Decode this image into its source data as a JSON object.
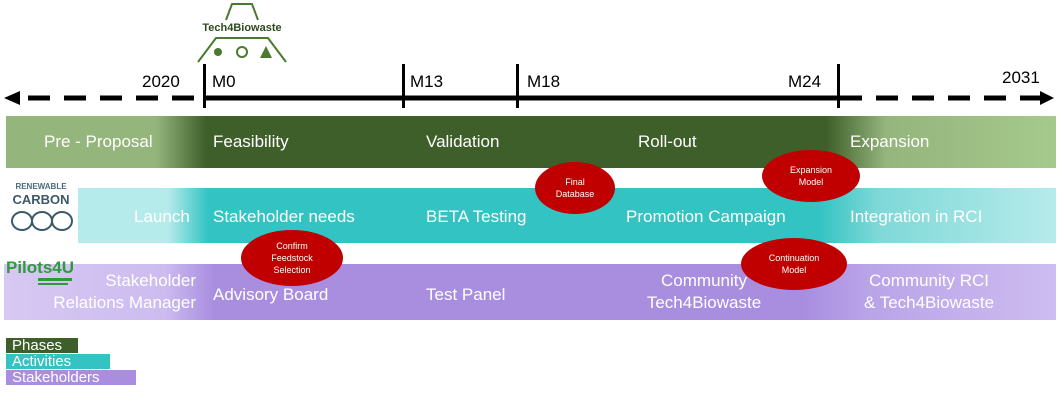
{
  "logo_top": {
    "text": "Tech4Biowaste"
  },
  "timeline": {
    "start_year": "2020",
    "end_year": "2031",
    "milestones": [
      "M0",
      "M13",
      "M18",
      "M24"
    ]
  },
  "rows": {
    "phases": {
      "color": "#3f5f2a",
      "items": [
        "Pre - Proposal",
        "Feasibility",
        "Validation",
        "Roll-out",
        "Expansion"
      ]
    },
    "activities": {
      "color": "#33c3c3",
      "items": [
        "Launch",
        "Stakeholder needs",
        "BETA Testing",
        "Promotion Campaign",
        "Integration in RCI"
      ]
    },
    "stakeholders": {
      "color": "#a98ee0",
      "items": [
        "Stakeholder\nRelations Manager",
        "Advisory Board",
        "Test Panel",
        "Community\nTech4Biowaste",
        "Community RCI\n& Tech4Biowaste"
      ]
    }
  },
  "milestone_bubbles": [
    "Final\nDatabase",
    "Expansion\nModel",
    "Confirm\nFeedstock\nSelection",
    "Continuation\nModel"
  ],
  "logos": {
    "renewable_carbon": [
      "RENEWABLE",
      "CARBON"
    ],
    "pilots4u": "Pilots4U"
  },
  "legend": [
    "Phases",
    "Activities",
    "Stakeholders"
  ]
}
